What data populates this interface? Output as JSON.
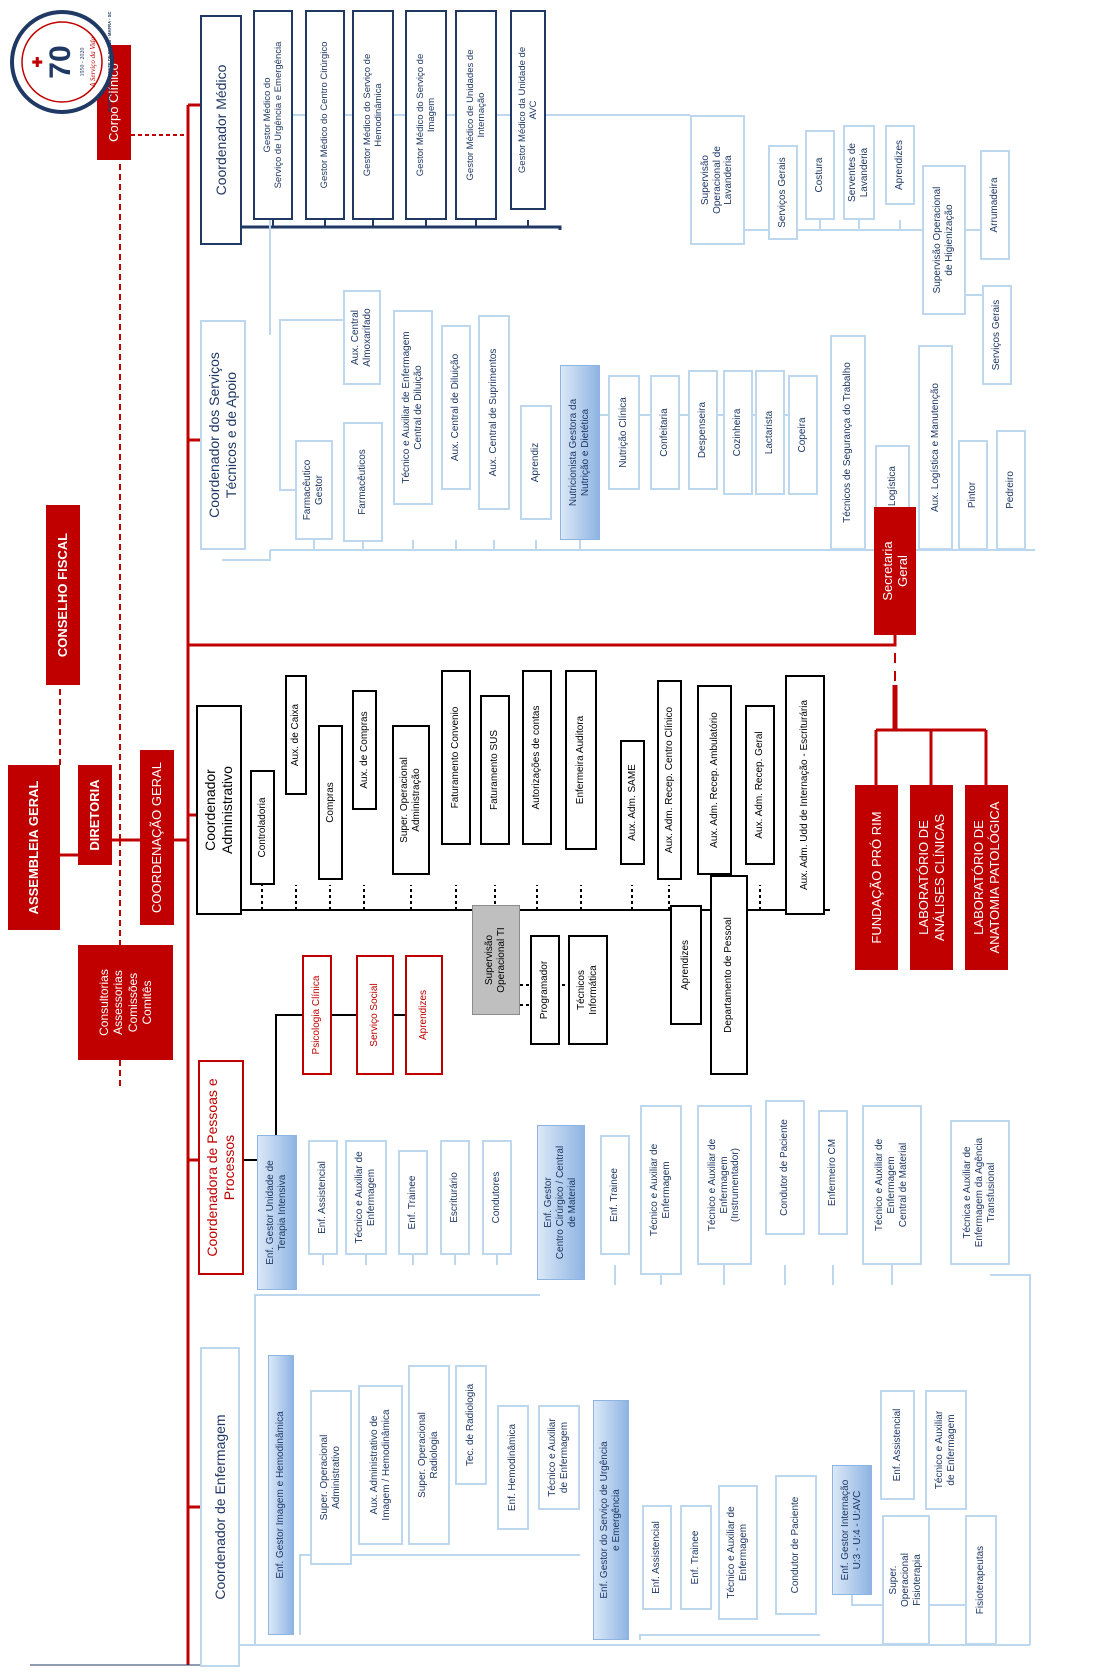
{
  "colors": {
    "navy": "#1f3864",
    "light_blue": "#bdd7ee",
    "red": "#c00000",
    "gray": "#bfbfbf",
    "gradient_blue": "#8eb4e3"
  },
  "logo": {
    "name": "HOSPITAL SÃO VICENTE DE PAULO - MAFRA - SC",
    "years": "1950 - 2020",
    "slogan": "A Serviço da Vida",
    "numeral": "70"
  },
  "org": {
    "assembleia_geral": "ASSEMBLEIA GERAL",
    "diretoria": "DIRETORIA",
    "conselho_fiscal": "CONSELHO FISCAL",
    "coordenacao_geral": "COORDENAÇÃO GERAL",
    "consultorias": [
      "Consultorias",
      "Assessorias",
      "Comissões",
      "Comitês"
    ],
    "corpo_clinico": "Corpo Clínico",
    "secretaria_geral": [
      "Secretaria",
      "Geral"
    ],
    "fundacao_pro_rim": "FUNDAÇÃO PRÓ RIM",
    "lab_analises": [
      "LABORATÓRIO DE",
      "ANÁLISES CLÍNICAS"
    ],
    "lab_anatomia": [
      "LABORATÓRIO DE",
      "ANATOMIA PATOLÓGICA"
    ]
  },
  "medico": {
    "coordinator": "Coordenador Médico",
    "gestores": [
      [
        "Gestor Médico do",
        "Serviço de Urgência e Emergência"
      ],
      [
        "Gestor Médico do Centro Cirúrgico"
      ],
      [
        "Gestor Médico do Serviço de",
        "Hemodinâmica"
      ],
      [
        "Gestor Médico do Serviço de",
        "Imagem"
      ],
      [
        "Gestor Médico de Unidades de",
        "Internação"
      ],
      [
        "Gestor Médico da Unidade de",
        "AVC"
      ]
    ]
  },
  "tecnicos": {
    "coordinator": [
      "Coordenador dos Serviços",
      "Técnicos e de Apoio"
    ],
    "farmaceutico_gestor": [
      "Farmacêutico",
      "Gestor"
    ],
    "farmaceuticos": "Farmacêuticos",
    "aux_almoxarifado": [
      "Aux. Central",
      "Almoxarifado"
    ],
    "tec_diluicao": [
      "Técnico e Auxiliar de Enfermagem",
      "Central de Diluição"
    ],
    "aux_diluicao": "Aux. Central de Diluição",
    "aux_suprimentos": "Aux. Central de Suprimentos",
    "aprendiz": "Aprendiz",
    "nutricionista": [
      "Nutricionista Gestora da",
      "Nutrição e Dietética"
    ],
    "nutricao_clinica": "Nutrição Clínica",
    "confeitaria": "Confeitaria",
    "despenseira": "Despenseira",
    "cozinheira": "Cozinheira",
    "lactarista": "Lactarista",
    "copeira": "Copeira",
    "seguranca_trabalho": "Técnicos de Segurança do Trabalho",
    "aux_logistica": "Aux. Logística",
    "aux_logistica_manutencao": "Aux. Logística e Manutenção",
    "pintor": "Pintor",
    "pedreiro": "Pedreiro",
    "sup_lavanderia": [
      "Supervisão",
      "Operacional de",
      "Lavanderia"
    ],
    "servicos_gerais_a": "Serviços Gerais",
    "costura": "Costura",
    "serventes_lavanderia": [
      "Serventes de",
      "Lavanderia"
    ],
    "aprendizes": "Aprendizes",
    "sup_higienizacao": [
      "Supervisão Operacional",
      "de Higienização"
    ],
    "arrumadeira": "Arrumadeira",
    "servicos_gerais_b": "Serviços Gerais"
  },
  "administrativo": {
    "coordinator": [
      "Coordenador",
      "Administrativo"
    ],
    "controladoria": "Controladoria",
    "aux_caixa": "Aux. de Caixa",
    "compras": "Compras",
    "aux_compras": "Aux. de Compras",
    "super_administracao": [
      "Super. Operacional",
      "Administração"
    ],
    "faturamento_convenio": "Faturamento Convenio",
    "faturamento_sus": "Faturamento SUS",
    "autorizacoes": "Autorizações de contas",
    "enfermeira_auditora": "Enfermeira Auditora",
    "aux_same": "Aux. Adm. SAME",
    "aux_recep_centro_clinico": "Aux. Adm. Recep. Centro Clínico",
    "aux_recep_ambulatorio": "Aux. Adm. Recep. Ambulatório",
    "aux_recep_geral": "Aux. Adm. Recep. Geral",
    "aux_internacao": "Aux. Adm. Udd de Internação - Escriturária",
    "supervisao_ti": [
      "Supervisão",
      "Operacional TI"
    ],
    "programador": "Programador",
    "tecnicos_informatica": [
      "Técnicos",
      "Informática"
    ],
    "aprendizes": "Aprendizes",
    "departamento_pessoal": "Departamento de Pessoal"
  },
  "pessoas": {
    "coordinator": [
      "Coordenadora de Pessoas e",
      "Processos"
    ],
    "psicologia": "Psicologia Clínica",
    "servico_social": "Serviço Social",
    "aprendizes": "Aprendizes"
  },
  "enfermagem": {
    "coordinator": "Coordenador de Enfermagem",
    "uti": {
      "gestor": [
        "Enf. Gestor Unidade de",
        "Terapia Intensiva"
      ],
      "enf_assistencial": "Enf. Assistencial",
      "tecnico": [
        "Técnico e Auxiliar de",
        "Enfermagem"
      ],
      "enf_trainee": "Enf. Trainee",
      "escriturario": "Escriturário",
      "condutores": "Condutores"
    },
    "cc": {
      "gestor": [
        "Enf. Gestor",
        "Centro Cirúrgico / Central",
        "de Material"
      ],
      "enf_trainee": "Enf. Trainee",
      "tecnico": [
        "Técnico e Auxiliar de",
        "Enfermagem"
      ],
      "tecnico_instrumentador": [
        "Técnico e Auxiliar de",
        "Enfermagem",
        "(Instrumentador)"
      ],
      "condutor": "Condutor de Paciente",
      "enfermeiro_cm": "Enfermeiro CM",
      "tecnico_cm": [
        "Técnico e Auxiliar de",
        "Enfermagem",
        "Central de Material"
      ]
    },
    "agencia_transfusional": [
      "Técnica e Auxiliar de",
      "Enfermagem da Agência",
      "Transfusional"
    ],
    "imagem": {
      "gestor": "Enf. Gestor Imagem e Hemodinâmica",
      "super_administrativo": [
        "Super. Operacional",
        "Administrativo"
      ],
      "aux_administrativo": [
        "Aux. Administrativo de",
        "Imagem / Hemodinâmica"
      ],
      "super_radiologia": [
        "Super. Operacional",
        "Radiologia"
      ],
      "tec_radiologia": "Tec. de Radiologia",
      "enf_hemodinamica": "Enf. Hemodinâmica",
      "tecnico": [
        "Técnico e Auxiliar",
        "de Enfermagem"
      ]
    },
    "urgencia": {
      "gestor": [
        "Enf. Gestor do Serviço de Urgência",
        "e Emergência"
      ],
      "enf_assistencial": "Enf. Assistencial",
      "enf_trainee": "Enf. Trainee",
      "tecnico": [
        "Técnico e Auxiliar de",
        "Enfermagem"
      ],
      "condutor": "Condutor de Paciente"
    },
    "internacao": {
      "gestor": [
        "Enf. Gestor Internação",
        "U:3 - U:4 - U:AVC"
      ],
      "enf_assistencial": "Enf. Assistencial",
      "tecnico": [
        "Técnico e Auxiliar",
        "de Enfermagem"
      ]
    },
    "fisioterapia": {
      "super": [
        "Super.",
        "Operacional",
        "Fisioterapia"
      ],
      "fisioterapeutas": "Fisioterapeutas"
    }
  }
}
